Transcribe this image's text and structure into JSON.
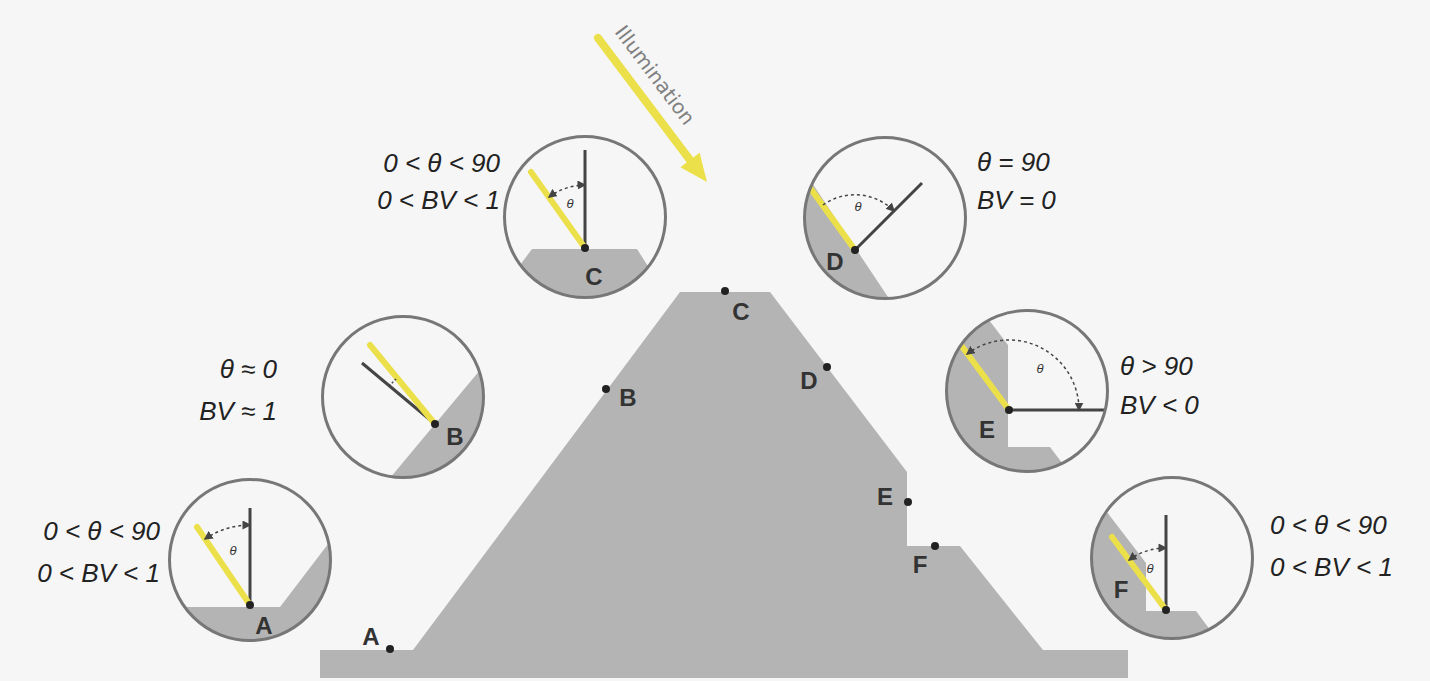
{
  "diagram": {
    "nodes": [
      {
        "text": [
          "A",
          "θ"
        ]
      },
      {
        "text": [
          "B"
        ]
      },
      {
        "text": [
          "C",
          "θ"
        ]
      },
      {
        "text": [
          "D",
          "θ"
        ]
      },
      {
        "text": [
          "E",
          "θ"
        ]
      },
      {
        "text": [
          "F",
          "θ"
        ]
      }
    ],
    "labels": [
      "Illumination",
      "0 < θ < 90",
      "0 < BV < 1",
      "θ = 90",
      "BV = 0",
      "θ ≈ 0",
      "BV ≈ 1",
      "θ > 90",
      "BV < 0",
      "0 < θ < 90",
      "0 < BV < 1",
      "0 < θ < 90",
      "0 < BV < 1",
      "A",
      "B",
      "C",
      "D",
      "E",
      "F"
    ]
  }
}
